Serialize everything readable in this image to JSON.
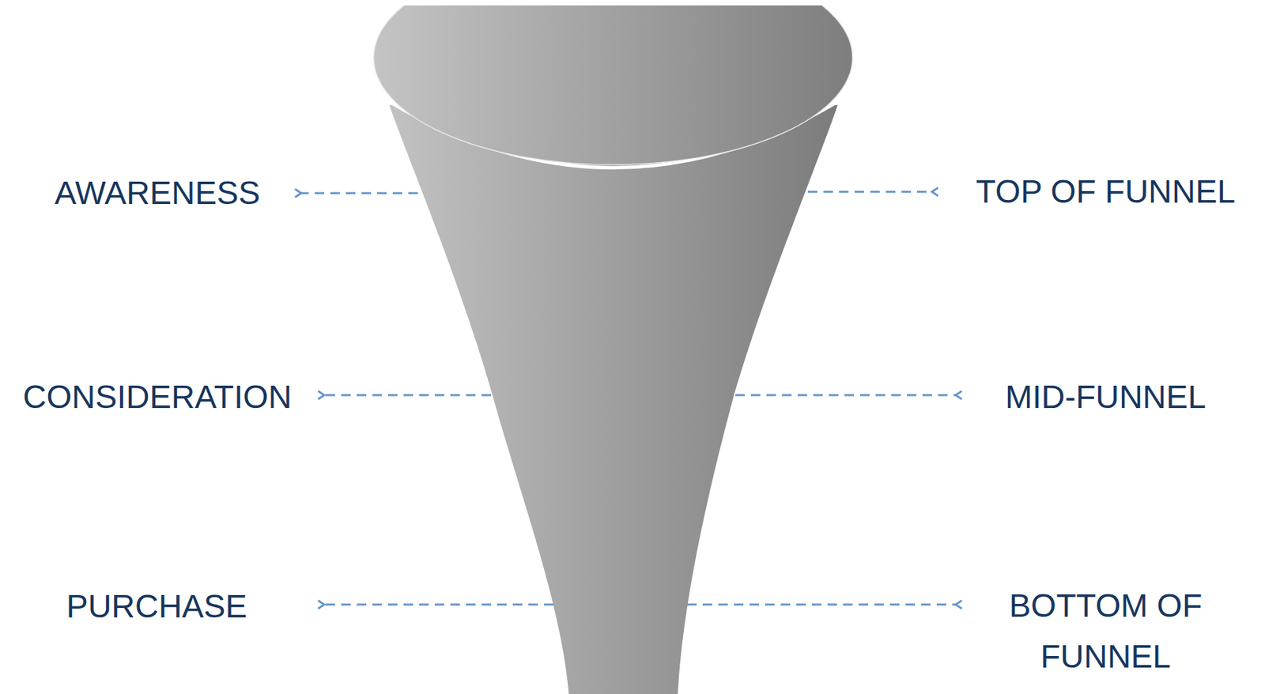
{
  "diagram": {
    "labels": [
      "AWARENESS",
      "TOP OF FUNNEL",
      "CONSIDERATION",
      "MID-FUNNEL",
      "PURCHASE",
      "BOTTOM OF FUNNEL"
    ]
  }
}
